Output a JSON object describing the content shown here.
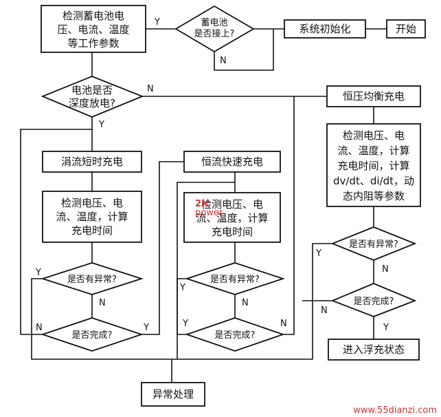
{
  "nodes": {
    "start": "开始",
    "init": "系统初始化",
    "battery_connected": [
      "蓄电池",
      "是否接上?"
    ],
    "detect_battery": [
      "检测蓄电池电",
      "压、电流、温度",
      "等工作参数"
    ],
    "deep_discharge": [
      "电池是否",
      "深度放电?"
    ],
    "cv_balance": "恒压均衡充电",
    "detect_cv": [
      "检测电压、电",
      "流、温度，计算",
      "充电时间，计算",
      "dv/dt、di/dt，动",
      "态内阻等参数"
    ],
    "trickle": "涓流短时充电",
    "detect_trickle": [
      "检测电压、电",
      "流、温度，计算",
      "充电时间"
    ],
    "fast": "恒流快速充电",
    "detect_fast": [
      "检测电压、电",
      "流、温度，计算",
      "充电时间"
    ],
    "abnormal_1": "是否有异常?",
    "abnormal_2": "是否有异常?",
    "abnormal_3": "是否有异常?",
    "complete_1": "是否完成?",
    "complete_2": "是否完成?",
    "complete_3": "是否完成?",
    "float_state": "进入浮充状态",
    "exception": "异常处理"
  },
  "labels": {
    "yes": "Y",
    "no": "N"
  },
  "watermark": {
    "top": "2ic",
    "sub": "power",
    "corner": "www.55dianzi.com"
  },
  "colors": {
    "line": "#111111",
    "watermark": "#cc3333"
  }
}
